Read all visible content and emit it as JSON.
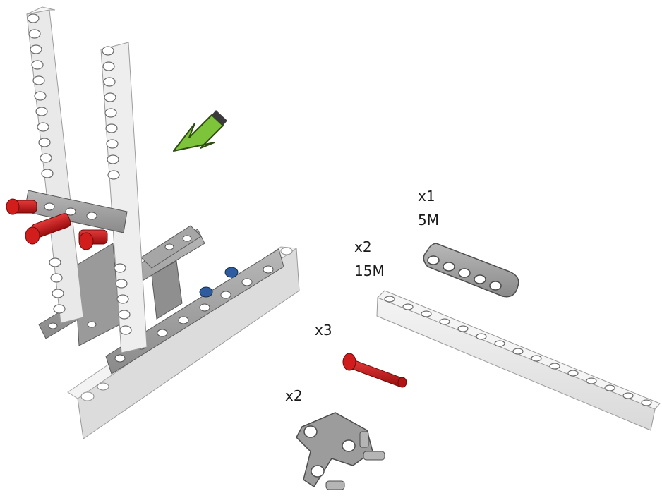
{
  "assembly_step": {
    "parts_list": [
      {
        "id": "beam-5m",
        "qty": "x1",
        "size": "5M"
      },
      {
        "id": "beam-15m",
        "qty": "x2",
        "size": "15M"
      },
      {
        "id": "axle-pin",
        "qty": "x3"
      },
      {
        "id": "cross-connector",
        "qty": "x2"
      }
    ]
  },
  "colors": {
    "beam_light": "#e6e6e6",
    "beam_mid": "#a0a0a0",
    "beam_dark": "#6e6e6e",
    "pin_red": "#c31212",
    "pin_blue": "#2e5c9e",
    "arrow_green": "#7ec43a"
  },
  "icons": {
    "direction_arrow": "green-arrow-icon"
  }
}
